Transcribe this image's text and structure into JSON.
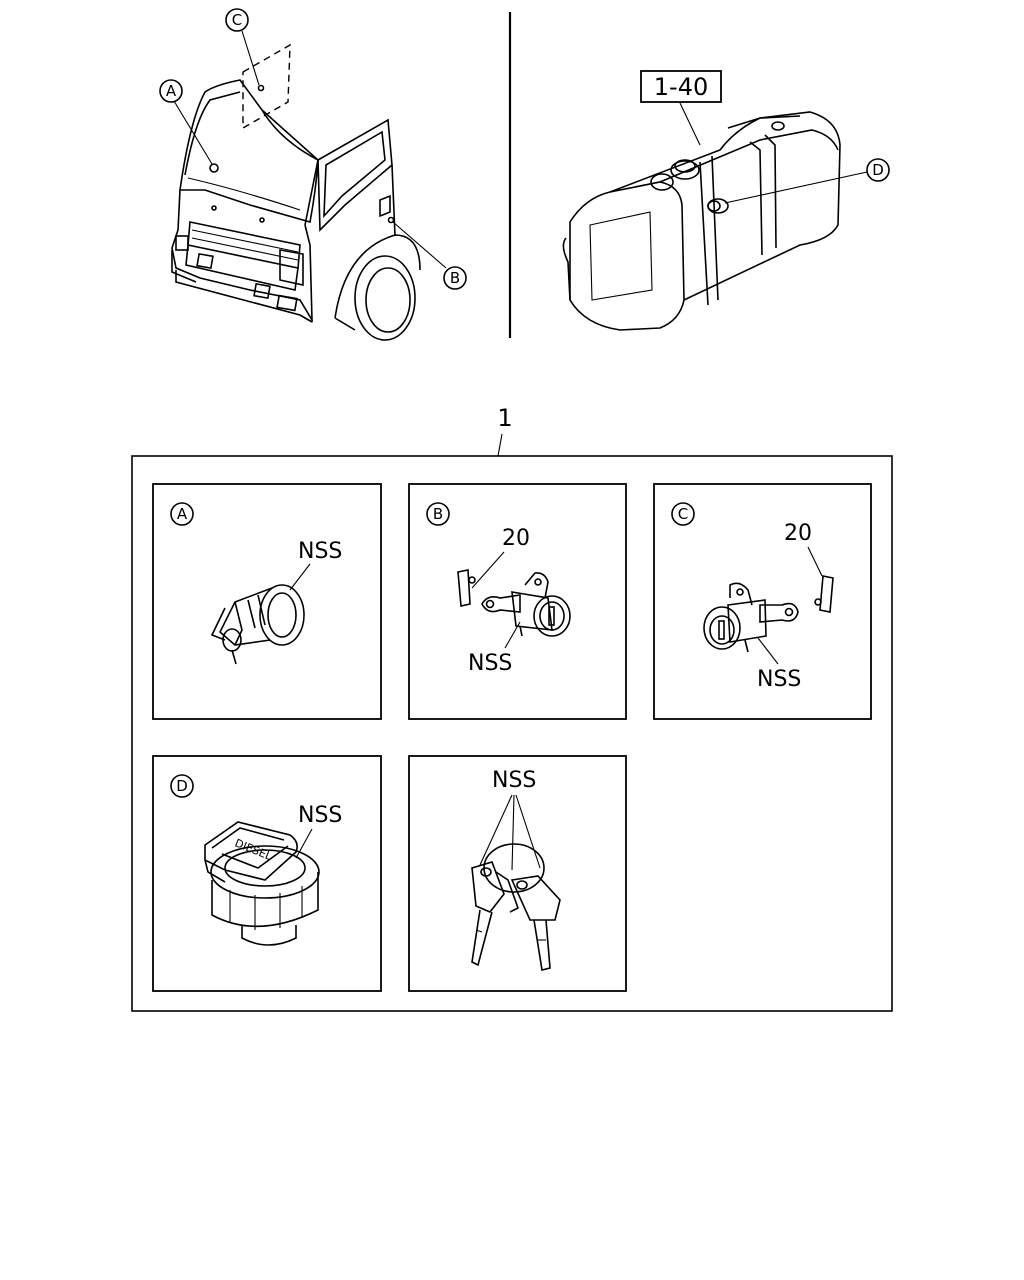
{
  "callouts": {
    "truck_a": "A",
    "truck_b": "B",
    "truck_c": "C",
    "tank_d": "D"
  },
  "tank_reference": "1-40",
  "assembly_number": "1",
  "panels": [
    {
      "id": "A",
      "labels": [
        "NSS"
      ]
    },
    {
      "id": "B",
      "labels": [
        "20",
        "NSS"
      ]
    },
    {
      "id": "C",
      "labels": [
        "20",
        "NSS"
      ]
    },
    {
      "id": "D",
      "labels": [
        "NSS"
      ],
      "cap_text": "DIESEL"
    },
    {
      "id": "",
      "labels": [
        "NSS"
      ]
    }
  ]
}
